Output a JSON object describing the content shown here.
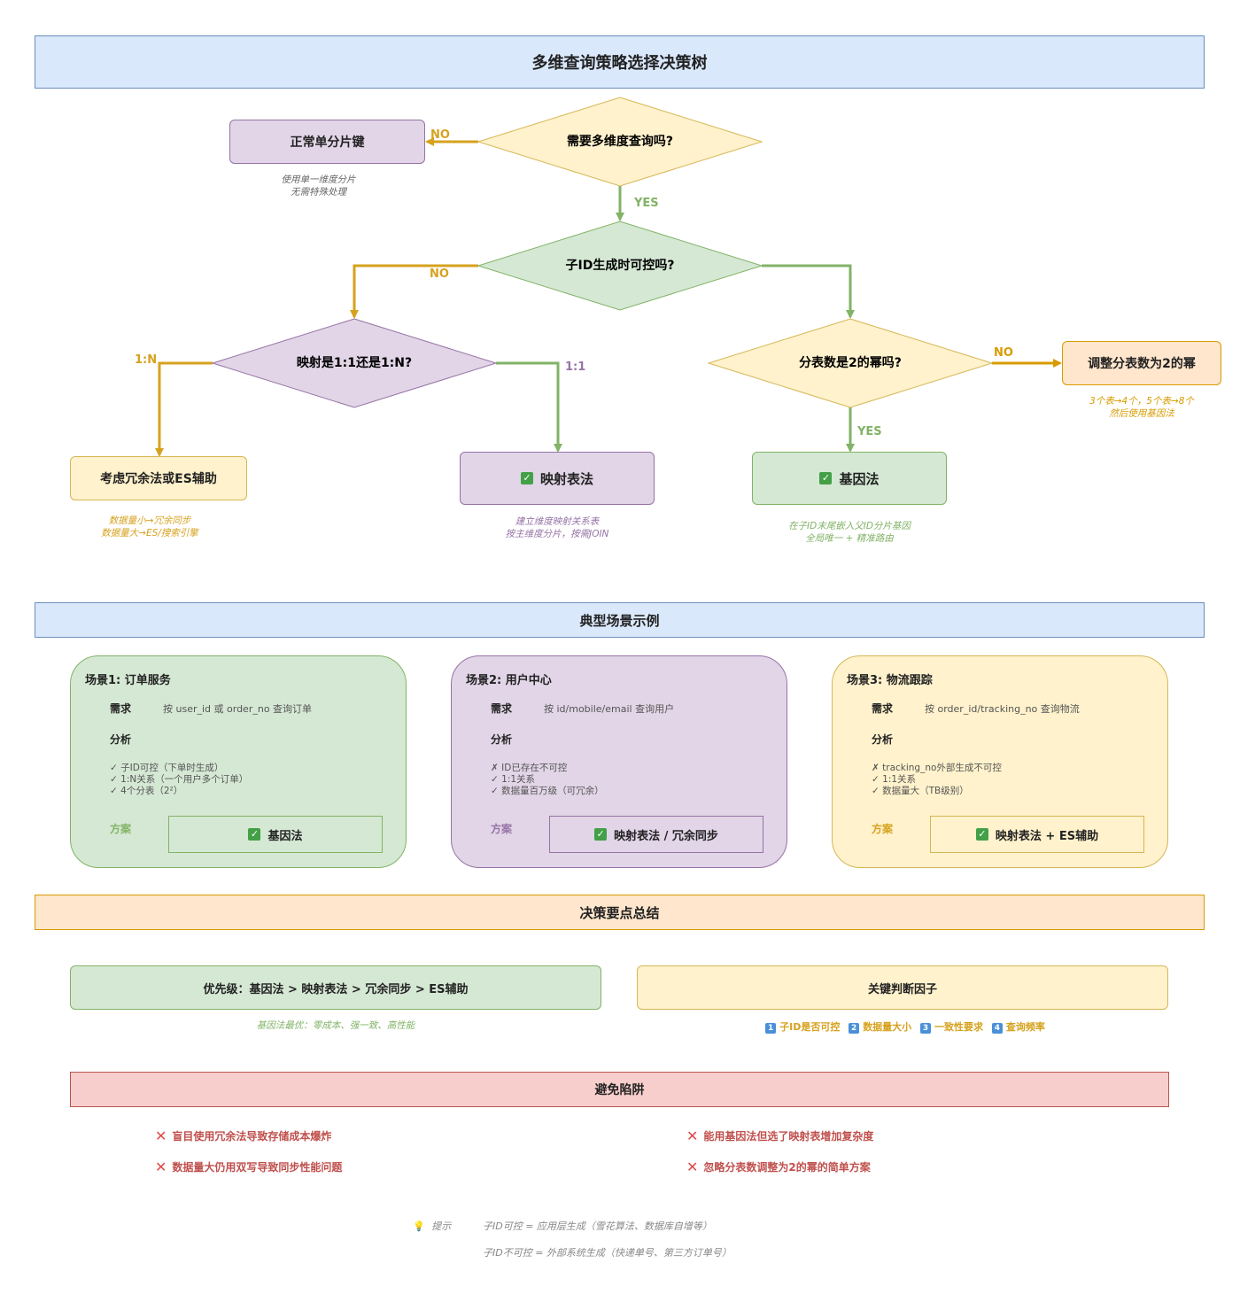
{
  "title": "多维查询策略选择决策树",
  "decisions": {
    "d1": "需要多维度查询吗?",
    "d2": "子ID生成时可控吗?",
    "d3": "映射是1:1还是1:N?",
    "d4": "分表数是2的幂吗?"
  },
  "edge_labels": {
    "no": "NO",
    "yes": "YES",
    "one_to_n": "1:N",
    "one_to_one": "1:1"
  },
  "outcomes": {
    "normal": {
      "label": "正常单分片键",
      "note": [
        "使用单一维度分片",
        "无需特殊处理"
      ]
    },
    "redundant": {
      "label": "考虑冗余法或ES辅助",
      "note": [
        "数据量小→冗余同步",
        "数据量大→ES/搜索引擎"
      ]
    },
    "mapping": {
      "label": "映射表法",
      "note": [
        "建立维度映射关系表",
        "按主维度分片，按需JOIN"
      ]
    },
    "gene": {
      "label": "基因法",
      "note": [
        "在子ID末尾嵌入父ID分片基因",
        "全局唯一 + 精准路由"
      ]
    },
    "adjust": {
      "label": "调整分表数为2的幂",
      "note": [
        "3个表→4个，5个表→8个",
        "然后使用基因法"
      ]
    }
  },
  "scenarios_title": "典型场景示例",
  "scenarios": [
    {
      "title": "场景1: 订单服务",
      "req_label": "需求",
      "req": "按 user_id 或 order_no 查询订单",
      "analysis_label": "分析",
      "analysis": [
        "✓ 子ID可控（下单时生成）",
        "✓ 1:N关系（一个用户多个订单）",
        "✓ 4个分表（2²）"
      ],
      "plan_label": "方案",
      "plan": "基因法"
    },
    {
      "title": "场景2: 用户中心",
      "req_label": "需求",
      "req": "按 id/mobile/email 查询用户",
      "analysis_label": "分析",
      "analysis": [
        "✗ ID已存在不可控",
        "✓ 1:1关系",
        "✓ 数据量百万级（可冗余）"
      ],
      "plan_label": "方案",
      "plan": "映射表法 / 冗余同步"
    },
    {
      "title": "场景3: 物流跟踪",
      "req_label": "需求",
      "req": "按 order_id/tracking_no 查询物流",
      "analysis_label": "分析",
      "analysis": [
        "✗ tracking_no外部生成不可控",
        "✓ 1:1关系",
        "✓ 数据量大（TB级别）"
      ],
      "plan_label": "方案",
      "plan": "映射表法 + ES辅助"
    }
  ],
  "summary_title": "决策要点总结",
  "priority": {
    "label": "优先级：基因法 > 映射表法 > 冗余同步 > ES辅助",
    "note": "基因法最优：零成本、强一致、高性能"
  },
  "factors": {
    "label": "关键判断因子",
    "items": [
      {
        "num": "1",
        "text": "子ID是否可控"
      },
      {
        "num": "2",
        "text": "数据量大小"
      },
      {
        "num": "3",
        "text": "一致性要求"
      },
      {
        "num": "4",
        "text": "查询频率"
      }
    ]
  },
  "pitfalls_title": "避免陷阱",
  "pitfalls": [
    "盲目使用冗余法导致存储成本爆炸",
    "能用基因法但选了映射表增加复杂度",
    "数据量大仍用双写导致同步性能问题",
    "忽略分表数调整为2的幂的简单方案"
  ],
  "tip": {
    "label": "提示",
    "lines": [
      "子ID可控 = 应用层生成（雪花算法、数据库自增等）",
      "子ID不可控 = 外部系统生成（快递单号、第三方订单号）"
    ]
  },
  "colors": {
    "blue_fill": "#dae8fc",
    "blue_stroke": "#6c8ebf",
    "yellow_fill": "#fff2cc",
    "yellow_stroke": "#d6b656",
    "green_fill": "#d5e8d4",
    "green_stroke": "#82b366",
    "purple_fill": "#e1d5e7",
    "purple_stroke": "#9673a6",
    "orange_fill": "#ffe6cc",
    "orange_stroke": "#d79b00",
    "red_fill": "#f8cecc",
    "red_stroke": "#b85450"
  }
}
